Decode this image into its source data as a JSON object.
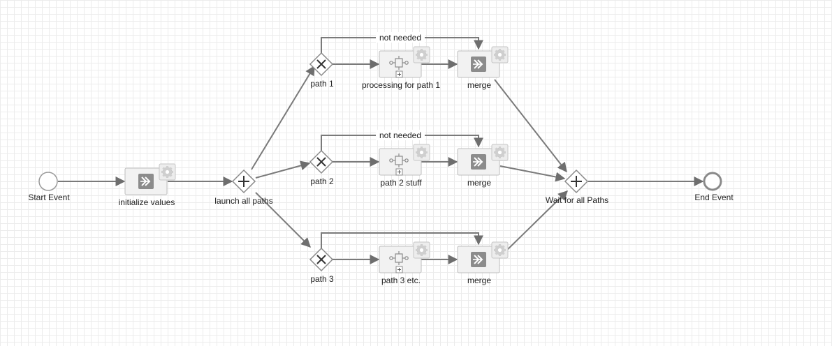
{
  "diagram": {
    "start_event": {
      "label": "Start Event"
    },
    "end_event": {
      "label": "End Event"
    },
    "init_task": {
      "label": "initialize values"
    },
    "split_gateway": {
      "label": "launch all paths"
    },
    "join_gateway": {
      "label": "Wait for all Paths"
    },
    "paths": [
      {
        "gateway_label": "path 1",
        "subprocess_label": "processing for path 1",
        "merge_label": "merge",
        "bypass_label": "not needed"
      },
      {
        "gateway_label": "path 2",
        "subprocess_label": "path 2 stuff",
        "merge_label": "merge",
        "bypass_label": "not needed"
      },
      {
        "gateway_label": "path 3",
        "subprocess_label": "path 3 etc.",
        "merge_label": "merge",
        "bypass_label": ""
      }
    ]
  }
}
